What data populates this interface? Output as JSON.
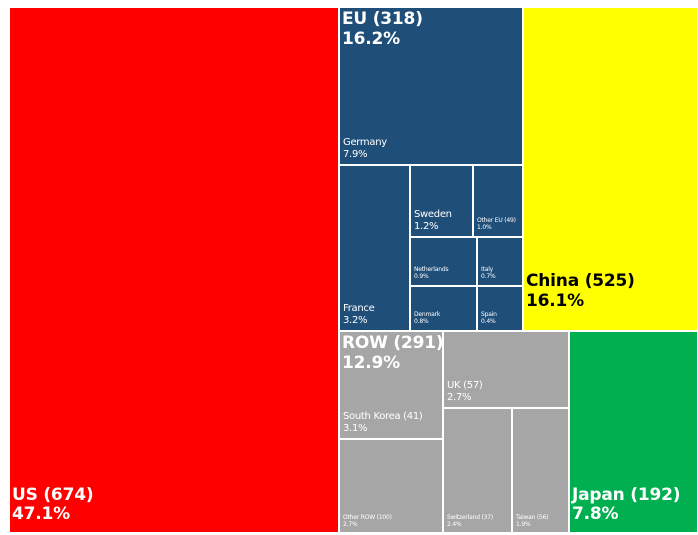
{
  "chart_data": {
    "type": "treemap",
    "colors": {
      "US": "#ff0000",
      "EU": "#1f4e79",
      "China": "#ffff00",
      "ROW": "#a6a6a6",
      "Japan": "#00b050"
    },
    "groups": [
      {
        "name": "US (674)",
        "share": "47.1%",
        "value": 674,
        "share_value": 47.1,
        "color_key": "US",
        "text_color": "#ffffff",
        "children": []
      },
      {
        "name": "EU (318)",
        "share": "16.2%",
        "value": 318,
        "share_value": 16.2,
        "color_key": "EU",
        "text_color": "#ffffff",
        "children": [
          {
            "name": "Germany",
            "share": "7.9%",
            "share_value": 7.9
          },
          {
            "name": "France",
            "share": "3.2%",
            "share_value": 3.2
          },
          {
            "name": "Sweden",
            "share": "1.2%",
            "share_value": 1.2
          },
          {
            "name": "Other EU (49)",
            "share": "1.0%",
            "share_value": 1.0
          },
          {
            "name": "Netherlands",
            "share": "0.9%",
            "share_value": 0.9
          },
          {
            "name": "Italy",
            "share": "0.7%",
            "share_value": 0.7
          },
          {
            "name": "Denmark",
            "share": "0.8%",
            "share_value": 0.8
          },
          {
            "name": "Spain",
            "share": "0.4%",
            "share_value": 0.4
          }
        ]
      },
      {
        "name": "China (525)",
        "share": "16.1%",
        "value": 525,
        "share_value": 16.1,
        "color_key": "China",
        "text_color": "#000000",
        "children": []
      },
      {
        "name": "ROW (291)",
        "share": "12.9%",
        "value": 291,
        "share_value": 12.9,
        "color_key": "ROW",
        "text_color": "#ffffff",
        "children": [
          {
            "name": "UK (57)",
            "share": "2.7%",
            "share_value": 2.7
          },
          {
            "name": "South Korea (41)",
            "share": "3.1%",
            "share_value": 3.1
          },
          {
            "name": "Other ROW (100)",
            "share": "2.7%",
            "share_value": 2.7
          },
          {
            "name": "Switzerland (37)",
            "share": "2.4%",
            "share_value": 2.4
          },
          {
            "name": "Taiwan (56)",
            "share": "1.9%",
            "share_value": 1.9
          }
        ]
      },
      {
        "name": "Japan (192)",
        "share": "7.8%",
        "value": 192,
        "share_value": 7.8,
        "color_key": "Japan",
        "text_color": "#ffffff",
        "children": []
      }
    ]
  }
}
